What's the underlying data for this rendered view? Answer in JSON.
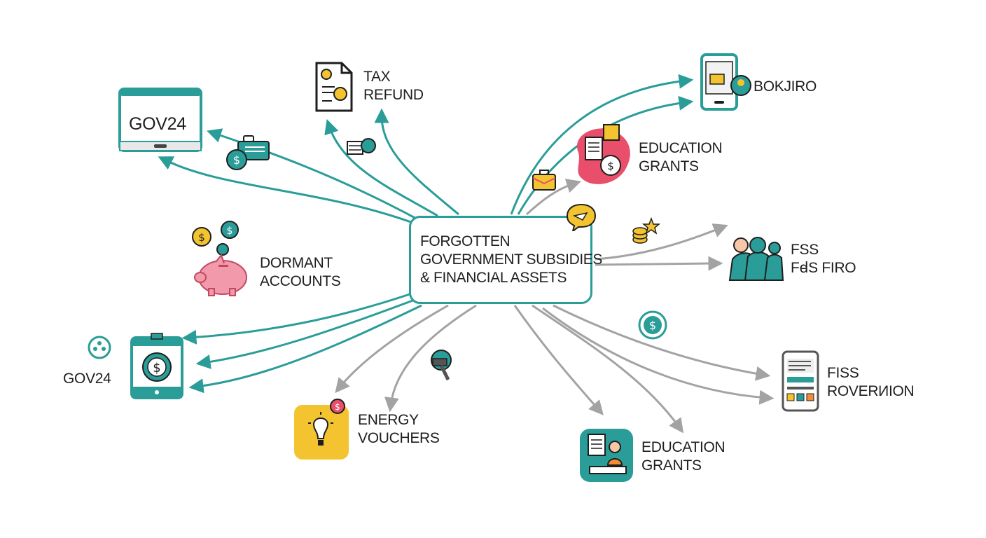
{
  "center": {
    "lines": [
      "FORGOTTEN",
      "GOVERNMENT SUBSIDIES",
      "& FINANCIAL ASSETS"
    ]
  },
  "nodes": {
    "gov24_top": {
      "screen_text": "GOV24"
    },
    "tax_refund": {
      "lines": [
        "TAX",
        "REFUND"
      ]
    },
    "bokjiro": {
      "lines": [
        "BOKJIRO"
      ]
    },
    "education_grants_top": {
      "lines": [
        "EDUCATION",
        "GRANTS"
      ]
    },
    "dormant_accounts": {
      "lines": [
        "DORMANT",
        "ACCOUNTS"
      ]
    },
    "fss": {
      "lines": [
        "FSS",
        "FꟈS FIRO"
      ]
    },
    "gov24_bottom": {
      "lines": [
        "GOV24"
      ]
    },
    "energy_vouchers": {
      "lines": [
        "ENERGY",
        "VOUCHERS"
      ]
    },
    "education_grants_bottom": {
      "lines": [
        "EDUCATION",
        "GRANTS"
      ]
    },
    "fiss": {
      "lines": [
        "FISS",
        "ROVERИION"
      ]
    }
  },
  "icons": {
    "dollar_symbol": "$",
    "names": [
      "tablet-icon",
      "document-gear-icon",
      "phone-icon",
      "education-icon",
      "piggy-bank-icon",
      "people-icon",
      "tablet-dollar-icon",
      "light-bulb-icon",
      "classroom-icon",
      "mobile-app-icon"
    ]
  },
  "colors": {
    "teal": "#2a9d98",
    "gray_arrow": "#a3a3a3",
    "pink": "#e94e6b",
    "yellow": "#f4c430",
    "text": "#1e1e1e"
  }
}
